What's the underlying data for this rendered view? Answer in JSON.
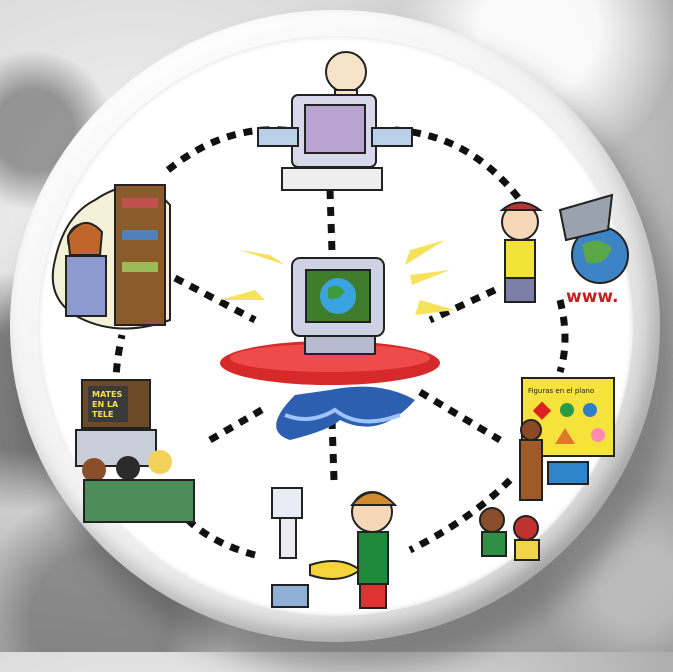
{
  "diagram": {
    "www_label": "www.",
    "tv_label_lines": [
      "MATES",
      "EN LA",
      "TELE"
    ],
    "board_title": "Figuras en el plano"
  }
}
